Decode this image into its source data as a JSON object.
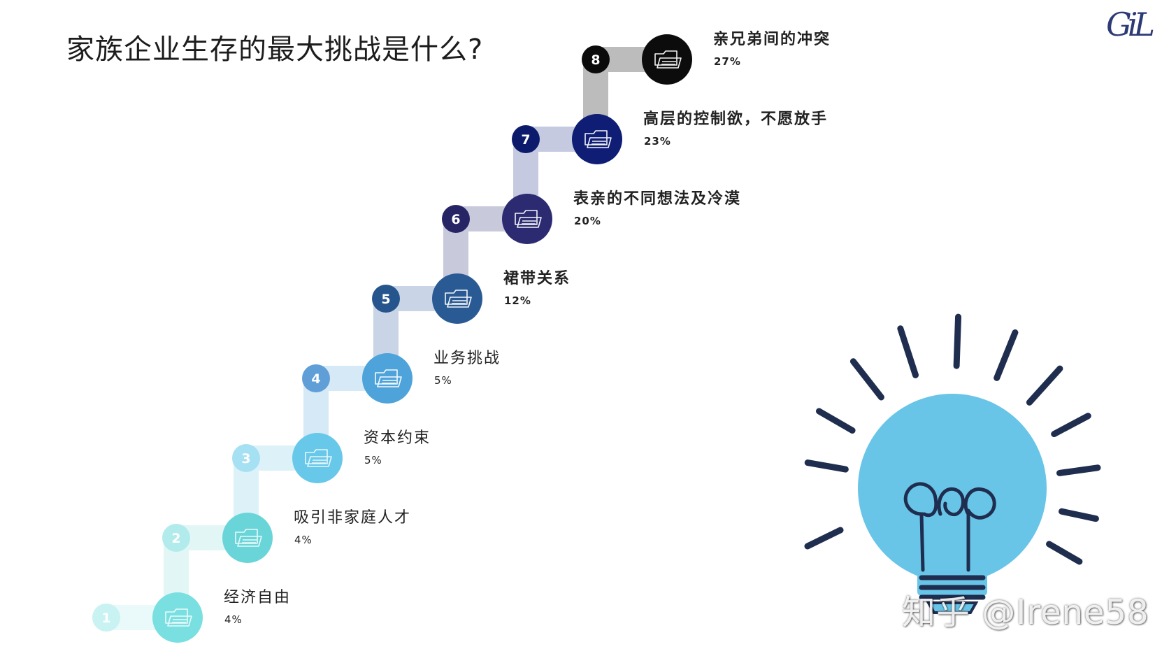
{
  "title": "家族企业生存的最大挑战是什么?",
  "logo_text": "GiL",
  "watermark": "知乎 @Irene58",
  "steps": [
    {
      "num": "1",
      "label": "经济自由",
      "value": "4%",
      "color": "#79dfe0",
      "light": "#c9f2f3",
      "connector": "#eaf9f9"
    },
    {
      "num": "2",
      "label": "吸引非家庭人才",
      "value": "4%",
      "color": "#6ad5d8",
      "light": "#b2ebec",
      "connector": "#e2f6f6"
    },
    {
      "num": "3",
      "label": "资本约束",
      "value": "5%",
      "color": "#67c8ea",
      "light": "#a6e0f3",
      "connector": "#ddf2f8"
    },
    {
      "num": "4",
      "label": "业务挑战",
      "value": "5%",
      "color": "#4da3da",
      "light": "#5f9ed6",
      "connector": "#d6e9f6"
    },
    {
      "num": "5",
      "label": "裙带关系",
      "value": "12%",
      "color": "#295a93",
      "light": "#25558c",
      "connector": "#c9d5e6"
    },
    {
      "num": "6",
      "label": "表亲的不同想法及冷漠",
      "value": "20%",
      "color": "#2c2b72",
      "light": "#272466",
      "connector": "#c9c9dc"
    },
    {
      "num": "7",
      "label": "高层的控制欲，不愿放手",
      "value": "23%",
      "color": "#0f1d75",
      "light": "#0c1a6c",
      "connector": "#c6cae0"
    },
    {
      "num": "8",
      "label": "亲兄弟间的冲突",
      "value": "27%",
      "color": "#0c0c0c",
      "light": "#0b0b0b",
      "connector": "#bcbcbc"
    }
  ],
  "bulb_color": "#68c5e8",
  "bulb_line_color": "#1f2d4f"
}
